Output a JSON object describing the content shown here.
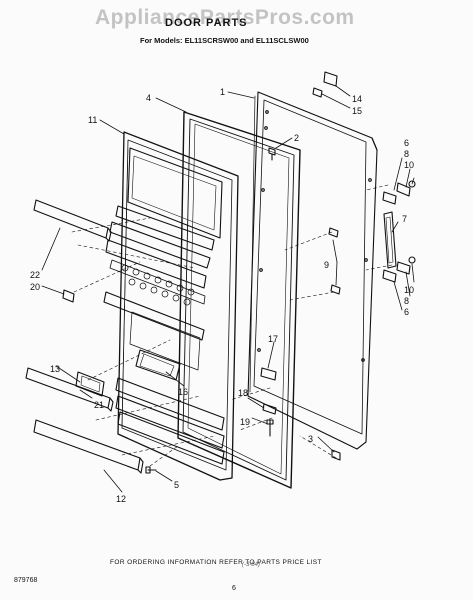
{
  "header": {
    "watermark": "AppliancePartsPros.com",
    "title": "DOOR PARTS",
    "models": "For Models: EL11SCRSW00 and EL11SCLSW00"
  },
  "callouts": [
    {
      "id": "c1",
      "label": "1"
    },
    {
      "id": "c2",
      "label": "2"
    },
    {
      "id": "c3",
      "label": "3"
    },
    {
      "id": "c4",
      "label": "4"
    },
    {
      "id": "c5",
      "label": "5"
    },
    {
      "id": "c6a",
      "label": "6"
    },
    {
      "id": "c6b",
      "label": "6"
    },
    {
      "id": "c7",
      "label": "7"
    },
    {
      "id": "c8a",
      "label": "8"
    },
    {
      "id": "c8b",
      "label": "8"
    },
    {
      "id": "c9",
      "label": "9"
    },
    {
      "id": "c10a",
      "label": "10"
    },
    {
      "id": "c10b",
      "label": "10"
    },
    {
      "id": "c11",
      "label": "11"
    },
    {
      "id": "c12",
      "label": "12"
    },
    {
      "id": "c13",
      "label": "13"
    },
    {
      "id": "c14",
      "label": "14"
    },
    {
      "id": "c15",
      "label": "15"
    },
    {
      "id": "c16",
      "label": "16"
    },
    {
      "id": "c17",
      "label": "17"
    },
    {
      "id": "c18",
      "label": "18"
    },
    {
      "id": "c19",
      "label": "19"
    },
    {
      "id": "c20",
      "label": "20"
    },
    {
      "id": "c21",
      "label": "21"
    },
    {
      "id": "c22",
      "label": "22"
    }
  ],
  "footer": {
    "note": "FOR ORDERING INFORMATION REFER TO PARTS PRICE LIST",
    "doc_number": "879768",
    "page_number": "6",
    "handwritten": "(-3-84)"
  }
}
